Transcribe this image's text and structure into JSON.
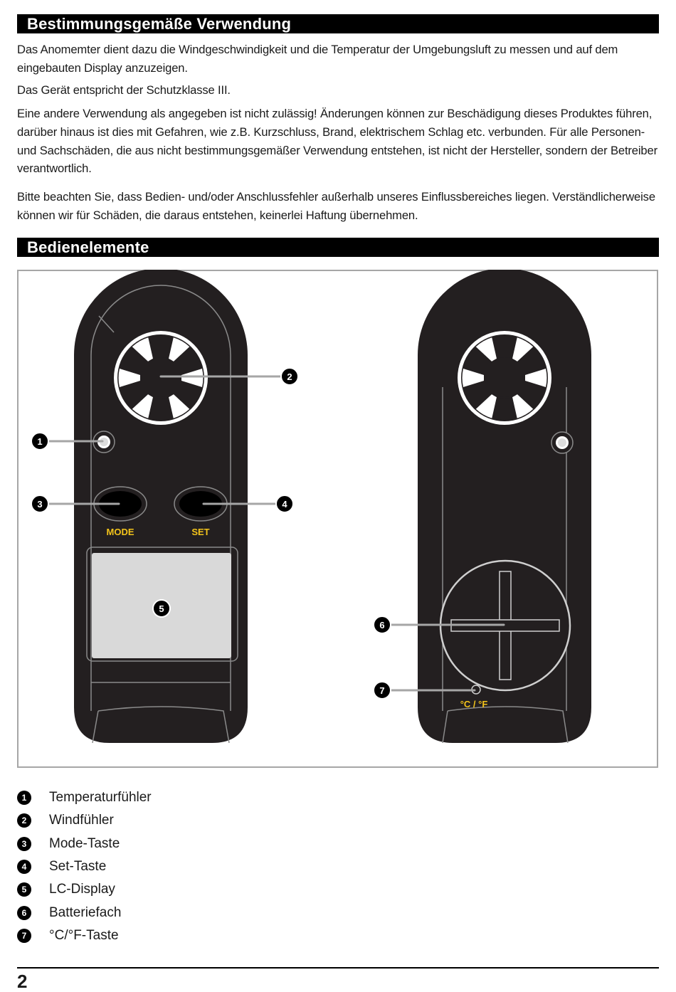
{
  "section1": {
    "title": "Bestimmungsgemäße Verwendung",
    "paragraphs": [
      "Das Anomemter dient dazu die Windgeschwindigkeit und die Temperatur der Umgebungsluft zu messen und auf dem eingebauten Display anzuzeigen.",
      "Das Gerät entspricht der Schutzklasse III.",
      "Eine andere Verwendung als angegeben ist nicht zulässig! Änderungen können zur Beschädigung dieses Produktes führen, darüber hinaus ist dies mit Gefahren, wie z.B. Kurzschluss, Brand, elektrischem Schlag etc. verbunden. Für alle Personen- und Sachschäden, die aus nicht bestimmungsgemäßer Verwendung entstehen, ist nicht der Hersteller, sondern der Betreiber verantwortlich.",
      "Bitte beachten Sie, dass Bedien- und/oder Anschlussfehler außerhalb unseres Einflussbereiches liegen. Verständlicherweise können wir für Schäden, die daraus entstehen, keinerlei Haftung übernehmen."
    ]
  },
  "section2": {
    "title": "Bedienelemente"
  },
  "figure": {
    "button_labels": {
      "mode": "MODE",
      "set": "SET",
      "unit": "°C / °F"
    },
    "callouts": [
      "1",
      "2",
      "3",
      "4",
      "5",
      "6",
      "7"
    ],
    "colors": {
      "body": "#231f20",
      "label_yellow": "#f2c31b",
      "display": "#d9d9d9",
      "leader": "#a6a6a6"
    }
  },
  "legend": [
    {
      "num": "1",
      "label": "Temperaturfühler"
    },
    {
      "num": "2",
      "label": "Windfühler"
    },
    {
      "num": "3",
      "label": "Mode-Taste"
    },
    {
      "num": "4",
      "label": "Set-Taste"
    },
    {
      "num": "5",
      "label": "LC-Display"
    },
    {
      "num": "6",
      "label": "Batteriefach"
    },
    {
      "num": "7",
      "label": "°C/°F-Taste"
    }
  ],
  "footer": {
    "page_number": "2"
  }
}
